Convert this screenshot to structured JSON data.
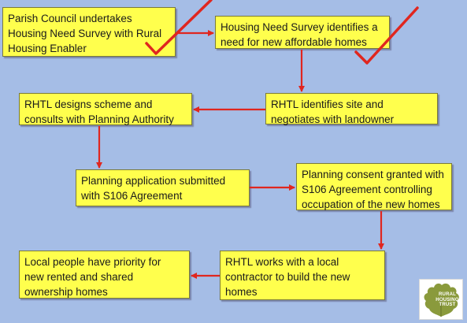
{
  "steps": [
    {
      "id": "b1",
      "text": "Parish Council undertakes\nHousing Need Survey with Rural\nHousing Enabler"
    },
    {
      "id": "b2",
      "text": "Housing Need Survey identifies a\nneed for new affordable homes"
    },
    {
      "id": "b3",
      "text": "RHTL identifies site and\nnegotiates with landowner"
    },
    {
      "id": "b4",
      "text": "RHTL designs scheme and\nconsults with Planning Authority"
    },
    {
      "id": "b5",
      "text": "Planning application submitted\nwith S106 Agreement"
    },
    {
      "id": "b6",
      "text": "Planning consent granted with\nS106 Agreement controlling\noccupation of the new homes"
    },
    {
      "id": "b7",
      "text": "RHTL works with a local\ncontractor to build the new\nhomes"
    },
    {
      "id": "b8",
      "text": "Local people have priority for\nnew rented and shared\nownership homes"
    }
  ],
  "colors": {
    "background": "#a5bde6",
    "box_fill": "#ffff4d",
    "arrow": "#e0261f",
    "tick": "#e0261f",
    "logo_leaf": "#8a9a3c"
  },
  "completed_steps": [
    "b1",
    "b2"
  ],
  "logo": {
    "icon": "oak-leaf-icon",
    "lines": [
      "RURAL",
      "HOUSING",
      "TRUST"
    ]
  }
}
